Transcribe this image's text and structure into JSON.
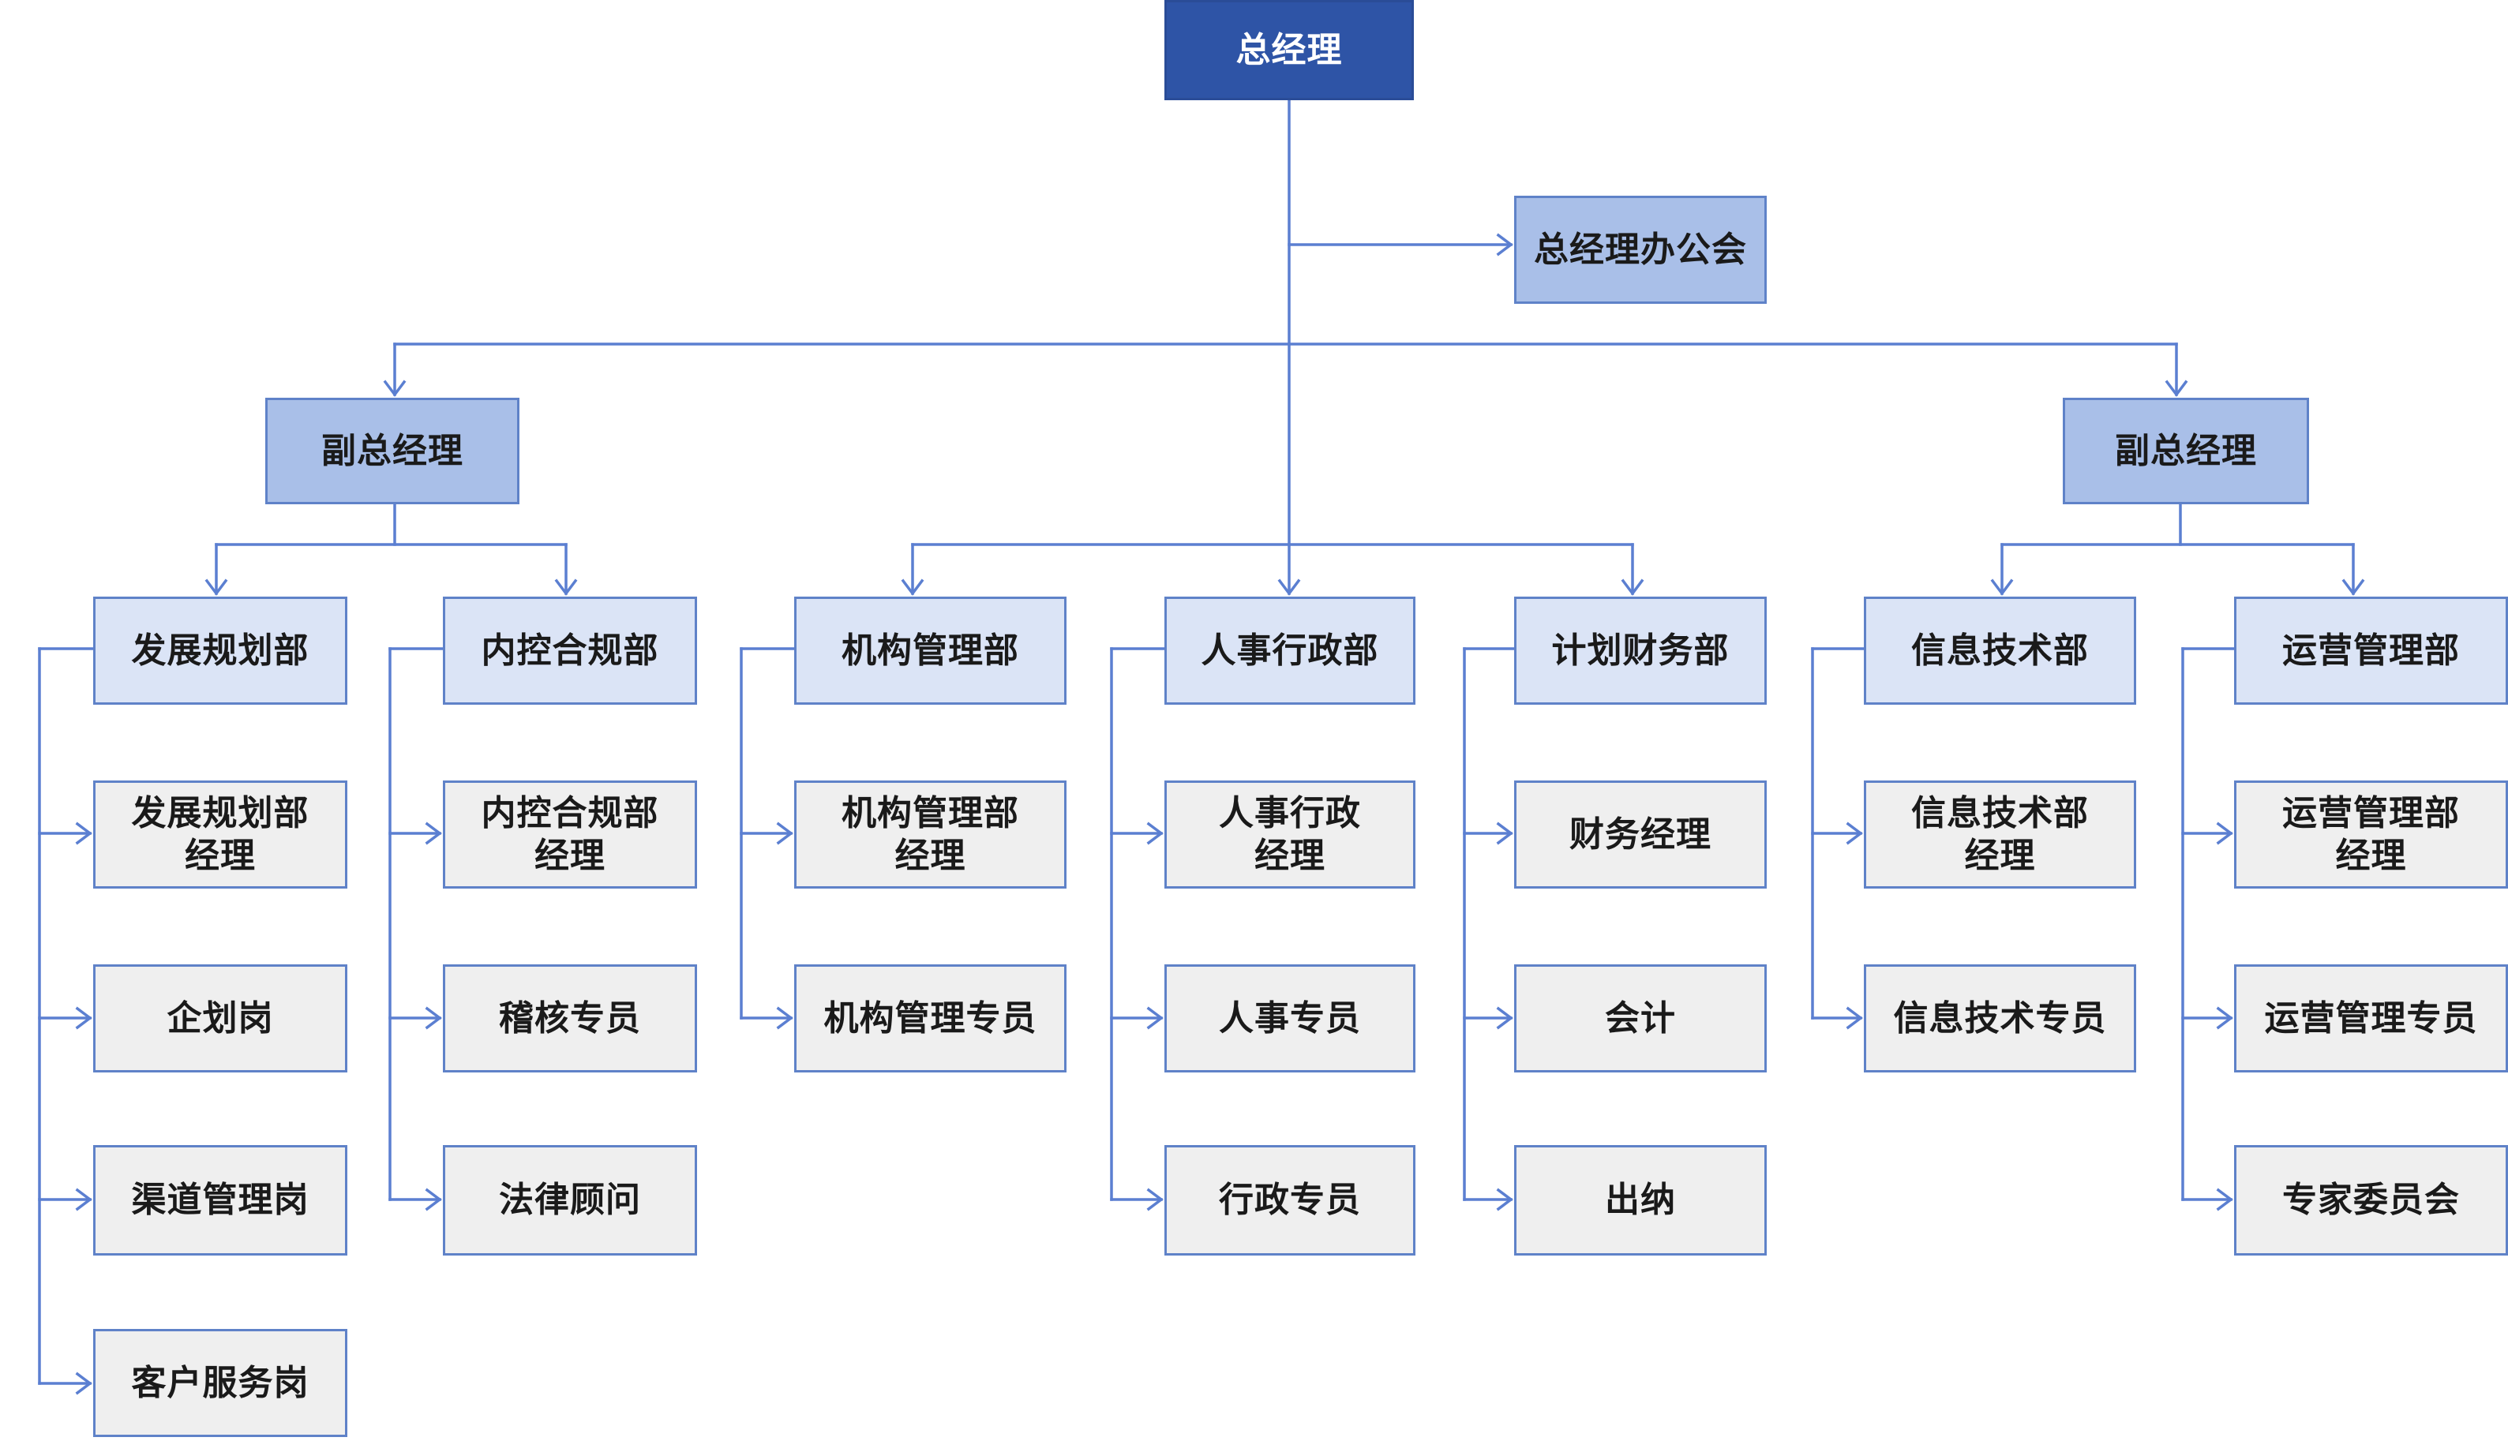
{
  "colors": {
    "connector": "#5b7fd1",
    "top_fill": "#2e54a6",
    "level2_fill": "#a9bfe8",
    "department_fill": "#dbe4f6",
    "position_fill": "#efefef"
  },
  "nodes": {
    "gm": "总经理",
    "gm_office": "总经理办公会",
    "vp_left": "副总经理",
    "vp_right": "副总经理",
    "dev_planning": "发展规划部",
    "dev_planning_manager": "发展规划部\n经理",
    "planning_post": "企划岗",
    "channel_post": "渠道管理岗",
    "customer_service_post": "客户服务岗",
    "internal_control": "内控合规部",
    "internal_control_manager": "内控合规部\n经理",
    "audit_specialist": "稽核专员",
    "legal_advisor": "法律顾问",
    "org_management": "机构管理部",
    "org_management_manager": "机构管理部\n经理",
    "org_management_specialist": "机构管理专员",
    "hr_admin": "人事行政部",
    "hr_admin_manager": "人事行政\n经理",
    "hr_specialist": "人事专员",
    "admin_specialist": "行政专员",
    "finance": "计划财务部",
    "finance_manager": "财务经理",
    "accountant": "会计",
    "cashier": "出纳",
    "it": "信息技术部",
    "it_manager": "信息技术部\n经理",
    "it_specialist": "信息技术专员",
    "operations": "运营管理部",
    "operations_manager": "运营管理部\n经理",
    "operations_specialist": "运营管理专员",
    "expert_committee": "专家委员会"
  }
}
